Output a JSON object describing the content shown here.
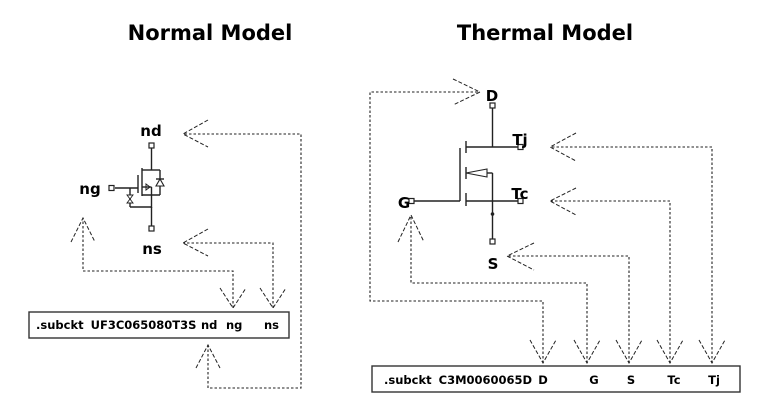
{
  "normal_model": {
    "title": "Normal Model",
    "pins": {
      "drain": "nd",
      "gate": "ng",
      "source": "ns"
    },
    "subckt": {
      "keyword": ".subckt",
      "name": "UF3C065080T3S",
      "ports": [
        "nd",
        "ng",
        "ns"
      ]
    }
  },
  "thermal_model": {
    "title": "Thermal Model",
    "pins": {
      "drain": "D",
      "gate": "G",
      "source": "S",
      "tj": "Tj",
      "tc": "Tc"
    },
    "subckt": {
      "keyword": ".subckt",
      "name": "C3M0060065D",
      "ports": [
        "D",
        "G",
        "S",
        "Tc",
        "Tj"
      ]
    }
  }
}
